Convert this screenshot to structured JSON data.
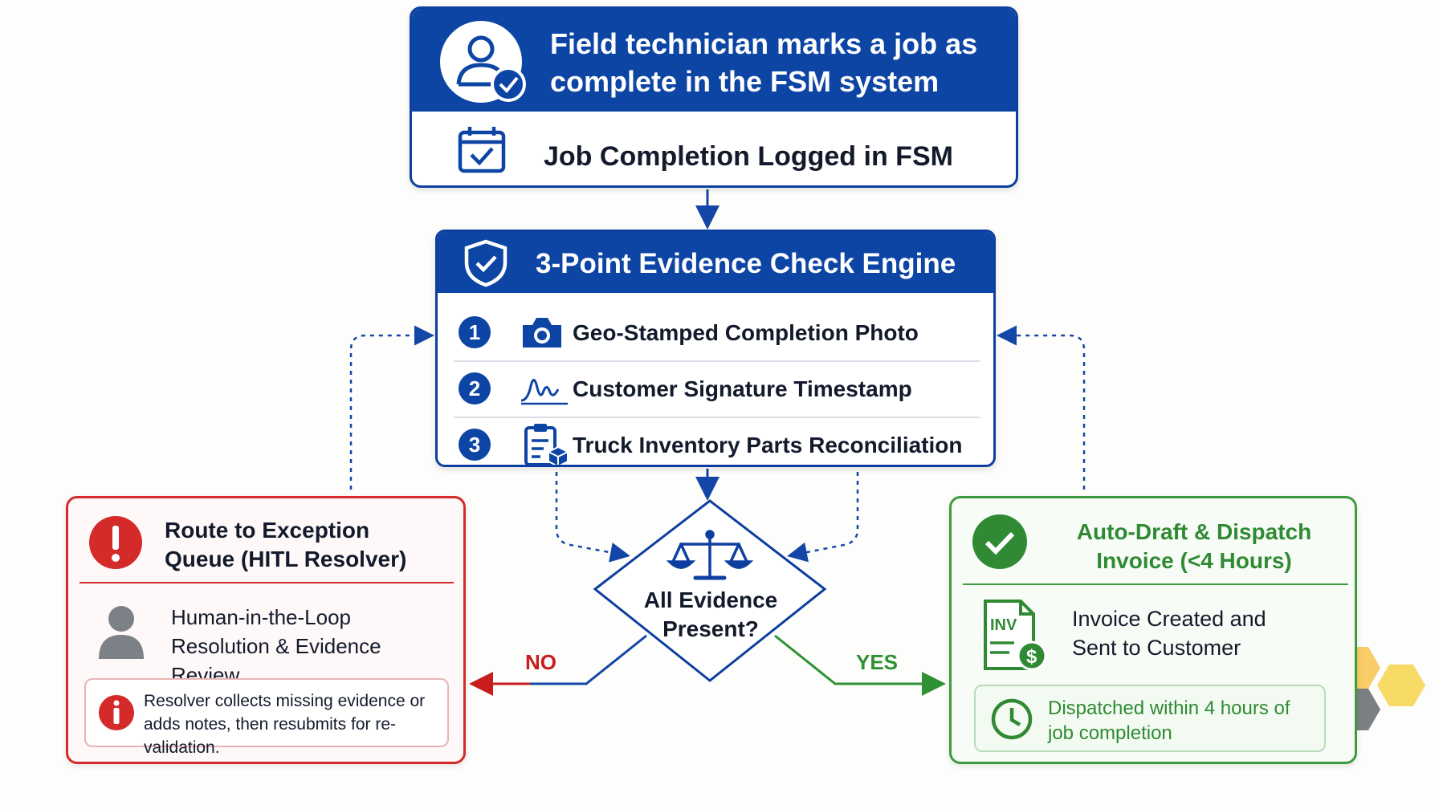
{
  "trigger": {
    "headline": "Field technician marks a job as complete in the FSM system",
    "event_label": "Job Completion Logged in FSM",
    "icons": [
      "technician-check-icon",
      "calendar-check-icon"
    ]
  },
  "engine": {
    "title": "3-Point Evidence Check Engine",
    "checks": [
      {
        "number": "1",
        "label": "Geo-Stamped Completion Photo",
        "icon": "camera-icon"
      },
      {
        "number": "2",
        "label": "Customer Signature Timestamp",
        "icon": "signature-icon"
      },
      {
        "number": "3",
        "label": "Truck Inventory Parts Reconciliation",
        "icon": "clipboard-box-icon"
      }
    ]
  },
  "decision": {
    "question": "All Evidence Present?",
    "no_label": "NO",
    "yes_label": "YES",
    "icon": "scales-icon"
  },
  "exception": {
    "title": "Route to Exception Queue (HITL Resolver)",
    "body": "Human-in-the-Loop Resolution & Evidence Review",
    "note": "Resolver collects missing evidence or adds notes, then resubmits for re-validation.",
    "colors": {
      "accent": "#d42a2a"
    }
  },
  "invoice": {
    "title": "Auto-Draft & Dispatch Invoice (<4 Hours)",
    "body": "Invoice Created and Sent to Customer",
    "note": "Dispatched within 4 hours of job completion",
    "icon_text": "INV",
    "colors": {
      "accent": "#3c9a3f"
    }
  },
  "colors": {
    "primary": "#0d45a5",
    "background": "#fdfdfb"
  }
}
